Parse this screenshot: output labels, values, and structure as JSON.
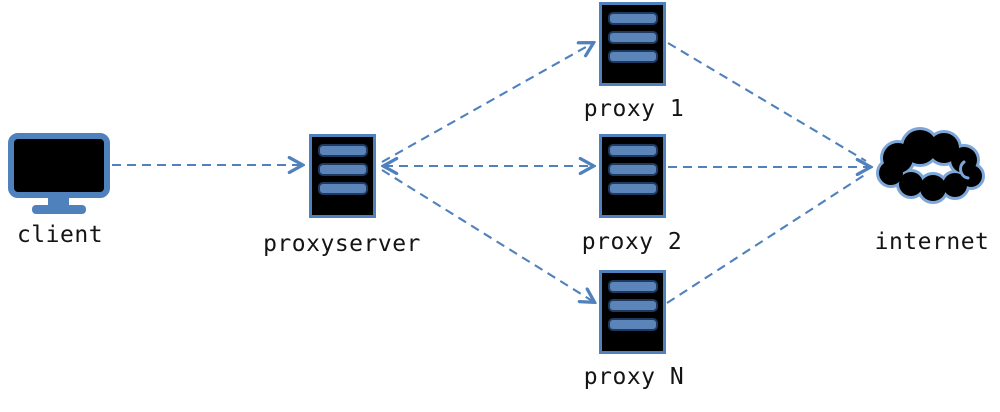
{
  "diagram": {
    "type": "network-proxy-diagram",
    "nodes": [
      {
        "id": "client",
        "label": "client",
        "icon": "monitor-icon"
      },
      {
        "id": "proxyserver",
        "label": "proxyserver",
        "icon": "server-icon"
      },
      {
        "id": "proxy1",
        "label": "proxy 1",
        "icon": "server-icon"
      },
      {
        "id": "proxy2",
        "label": "proxy 2",
        "icon": "server-icon"
      },
      {
        "id": "proxyN",
        "label": "proxy N",
        "icon": "server-icon"
      },
      {
        "id": "internet",
        "label": "internet",
        "icon": "cloud-icon"
      }
    ],
    "edges": [
      {
        "from": "client",
        "to": "proxyserver",
        "style": "dashed",
        "arrow": "to"
      },
      {
        "from": "proxyserver",
        "to": "proxy1",
        "style": "dashed",
        "arrow": "to"
      },
      {
        "from": "proxyserver",
        "to": "proxy2",
        "style": "dashed",
        "arrow": "both"
      },
      {
        "from": "proxyserver",
        "to": "proxyN",
        "style": "dashed",
        "arrow": "to"
      },
      {
        "from": "proxy1",
        "to": "internet",
        "style": "dashed",
        "arrow": "to"
      },
      {
        "from": "proxy2",
        "to": "internet",
        "style": "dashed",
        "arrow": "to"
      },
      {
        "from": "proxyN",
        "to": "internet",
        "style": "dashed",
        "arrow": "to"
      }
    ],
    "colors": {
      "line_blue": "#4f81bd",
      "icon_border_blue": "#4f81bd",
      "server_bar_fill": "#5b84b9",
      "server_bar_border": "#1f3a60",
      "cloud_outline": "#7da7d9",
      "icon_fill": "#000000",
      "text": "#141414",
      "background": "#ffffff"
    }
  }
}
